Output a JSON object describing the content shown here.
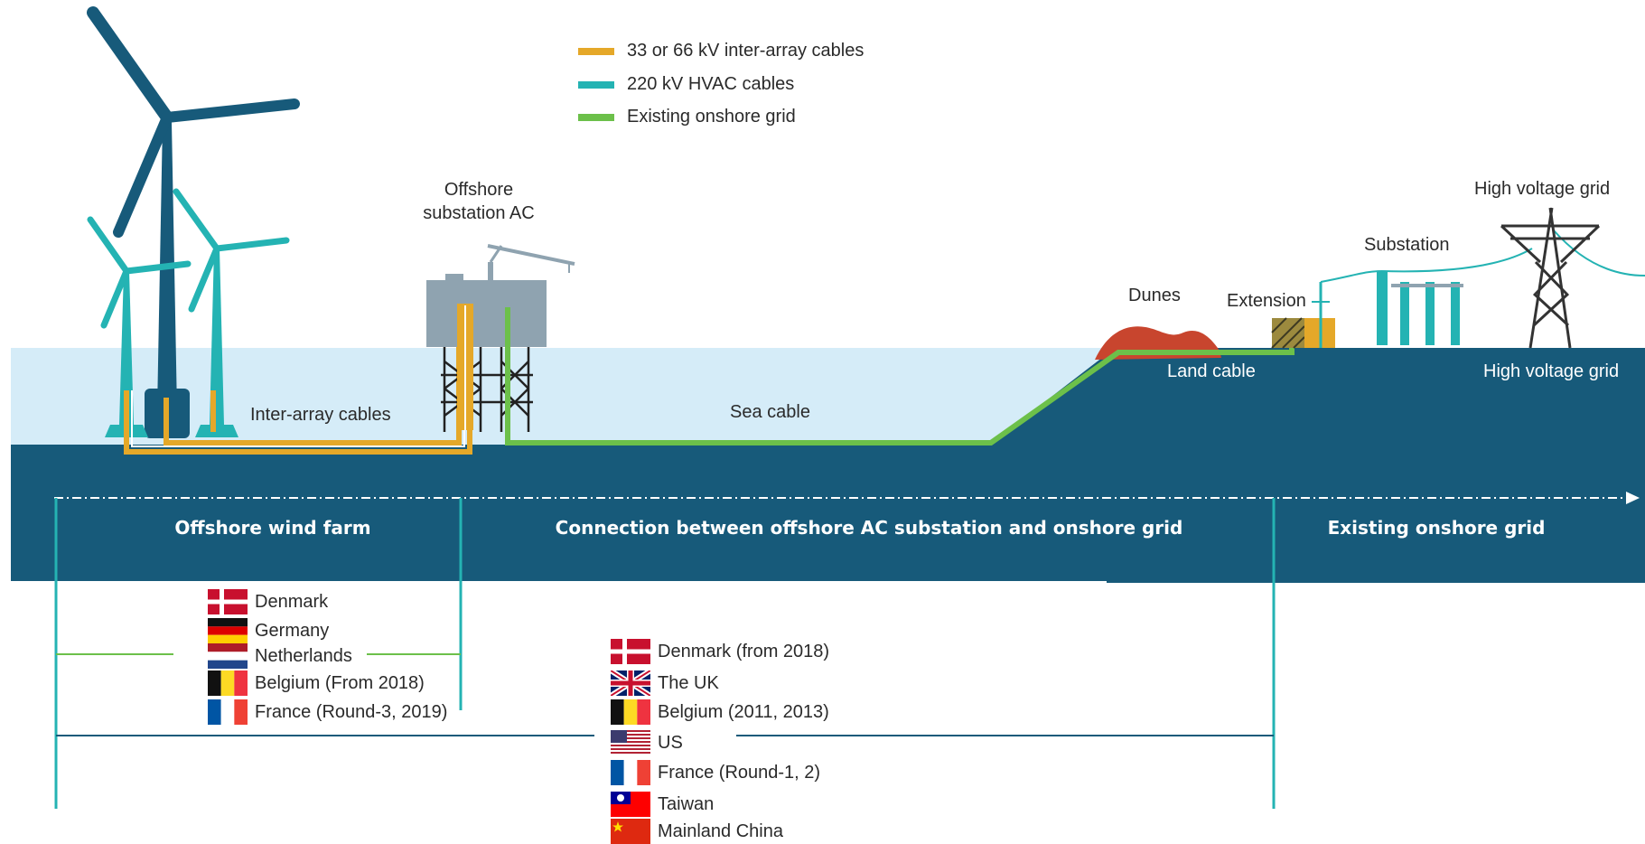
{
  "legend": [
    {
      "label": "33 or 66 kV inter-array cables",
      "color": "#e5a829"
    },
    {
      "label": "220 kV HVAC cables",
      "color": "#24b3b3"
    },
    {
      "label": "Existing onshore grid",
      "color": "#6cc04a"
    }
  ],
  "labels": {
    "offshore_substation": "Offshore\nsubstation AC",
    "inter_array": "Inter-array cables",
    "sea_cable": "Sea cable",
    "dunes": "Dunes",
    "extension": "Extension",
    "land_cable": "Land cable",
    "substation": "Substation",
    "hv_grid_top": "High voltage grid",
    "hv_grid_ground": "High voltage grid"
  },
  "sections": {
    "offshore_wind_farm": "Offshore wind farm",
    "connection": "Connection between offshore AC substation and onshore grid",
    "existing_grid": "Existing onshore grid"
  },
  "countries_group1": [
    {
      "name": "Denmark",
      "flag": "denmark"
    },
    {
      "name": "Germany",
      "flag": "germany"
    },
    {
      "name": "Netherlands",
      "flag": "netherlands"
    },
    {
      "name": "Belgium (From 2018)",
      "flag": "belgium"
    },
    {
      "name": "France (Round-3, 2019)",
      "flag": "france"
    }
  ],
  "countries_group2": [
    {
      "name": "Denmark (from 2018)",
      "flag": "denmark"
    },
    {
      "name": "The UK",
      "flag": "uk"
    },
    {
      "name": "Belgium (2011, 2013)",
      "flag": "belgium"
    },
    {
      "name": "US",
      "flag": "us"
    },
    {
      "name": "France (Round-1, 2)",
      "flag": "france"
    },
    {
      "name": "Taiwan",
      "flag": "taiwan"
    },
    {
      "name": "Mainland China",
      "flag": "china"
    }
  ],
  "colors": {
    "sea_light": "#d5ecf8",
    "sea_dark": "#175a7a",
    "turbine_dark": "#175a7a",
    "turbine_teal": "#24b3b3",
    "substation_grey": "#8fa3b0",
    "dunes": "#c8452e",
    "inter_array": "#e5a829",
    "hvac": "#24b3b3",
    "onshore_grid": "#6cc04a"
  }
}
